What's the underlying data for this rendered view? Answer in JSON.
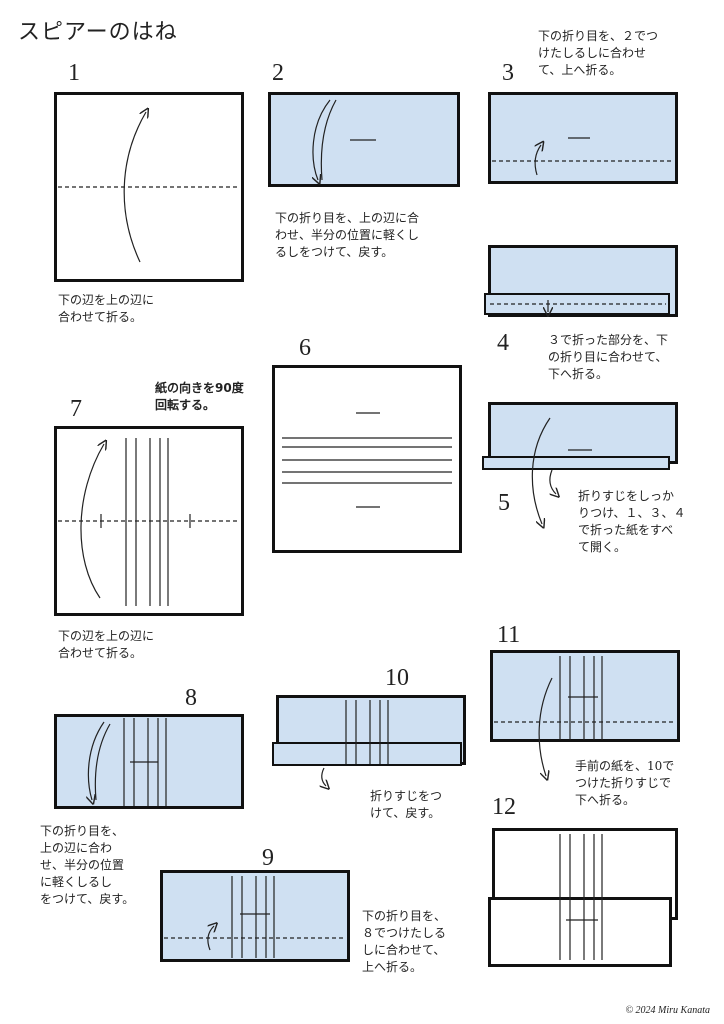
{
  "title": "スピアーのはね",
  "steps": {
    "s1": {
      "num": "1",
      "caption": "下の辺を上の辺に\n合わせて折る。"
    },
    "s2": {
      "num": "2",
      "caption": "下の折り目を、上の辺に合\nわせ、半分の位置に軽くし\nるしをつけて、戻す。"
    },
    "s3": {
      "num": "3",
      "caption": "下の折り目を、２でつ\nけたしるしに合わせ\nて、上へ折る。"
    },
    "s4": {
      "num": "4",
      "caption": "３で折った部分を、下\nの折り目に合わせて、\n下へ折る。"
    },
    "s5": {
      "num": "5",
      "caption": "折りすじをしっか\nりつけ、１、３、４\nで折った紙をすべ\nて開く。"
    },
    "s6": {
      "num": "6"
    },
    "s7": {
      "num": "7",
      "caption": "下の辺を上の辺に\n合わせて折る。",
      "note": "紙の向きを90度\n回転する。"
    },
    "s8": {
      "num": "8",
      "caption": "下の折り目を、\n上の辺に合わ\nせ、半分の位置\nに軽くしるし\nをつけて、戻す。"
    },
    "s9": {
      "num": "9",
      "caption": "下の折り目を、\n８でつけたしる\nしに合わせて、\n上へ折る。"
    },
    "s10": {
      "num": "10",
      "caption": "折りすじをつ\nけて、戻す。"
    },
    "s11": {
      "num": "11",
      "caption": "手前の紙を、10で\nつけた折りすじで\n下へ折る。"
    },
    "s12": {
      "num": "12"
    }
  },
  "credit": "© 2024 Miru Kanata",
  "colors": {
    "paper_blue": "#cfe0f2",
    "paper_white": "#ffffff",
    "line": "#111111"
  }
}
